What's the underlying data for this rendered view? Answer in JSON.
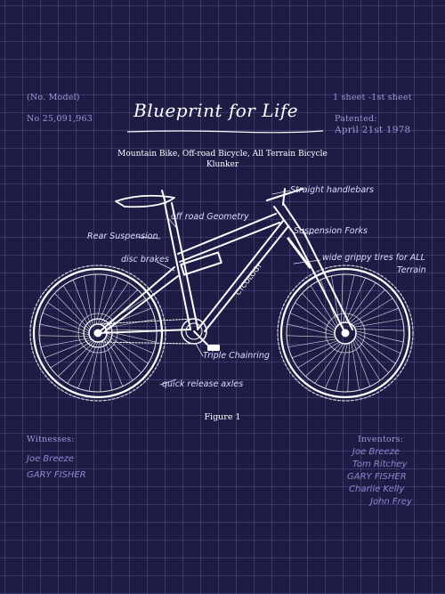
{
  "header": {
    "model_label": "(No. Model)",
    "number": "No 25,091,963",
    "sheet": "1 sheet -1st sheet",
    "patented_label": "Patented:",
    "patented_date": "April 21st 1978"
  },
  "title": "Blueprint for Life",
  "subtitle_line1": "Mountain Bike, Off-road Bicycle, All Terrain Bicycle",
  "subtitle_line2": "Klunker",
  "annotations": {
    "straight_handlebars": "Straight handlebars",
    "off_road_geometry": "off road Geometry",
    "rear_suspension": "Rear Suspension",
    "suspension_forks": "Suspension Forks",
    "disc_brakes": "disc brakes",
    "wide_tires_line1": "wide grippy tires for ALL",
    "wide_tires_line2": "Terrain",
    "triple_chainring": "Triple Chainring",
    "quick_release": "quick release axles",
    "frame_brand": "CYCOLOGY"
  },
  "figure_label": "Figure 1",
  "witnesses": {
    "label": "Witnesses:",
    "names": [
      "Joe Breeze",
      "GARY FISHER"
    ]
  },
  "inventors": {
    "label": "Inventors:",
    "names": [
      "Joe Breeze",
      "Tom Ritchey",
      "GARY FISHER",
      "Charlie Kelly",
      "John Frey"
    ]
  },
  "colors": {
    "background": "#1d1c45",
    "grid": "#8282d2",
    "ink": "#ffffff",
    "meta_text": "#9a99d4"
  }
}
